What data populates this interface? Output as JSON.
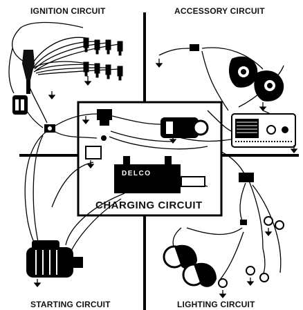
{
  "diagram": {
    "labels": {
      "ignition": "IGNITION CIRCUIT",
      "accessory": "ACCESSORY CIRCUIT",
      "starting": "STARTING CIRCUIT",
      "lighting": "LIGHTING CIRCUIT",
      "charging": "CHARGING CIRCUIT",
      "battery_brand": "DELCO"
    }
  }
}
